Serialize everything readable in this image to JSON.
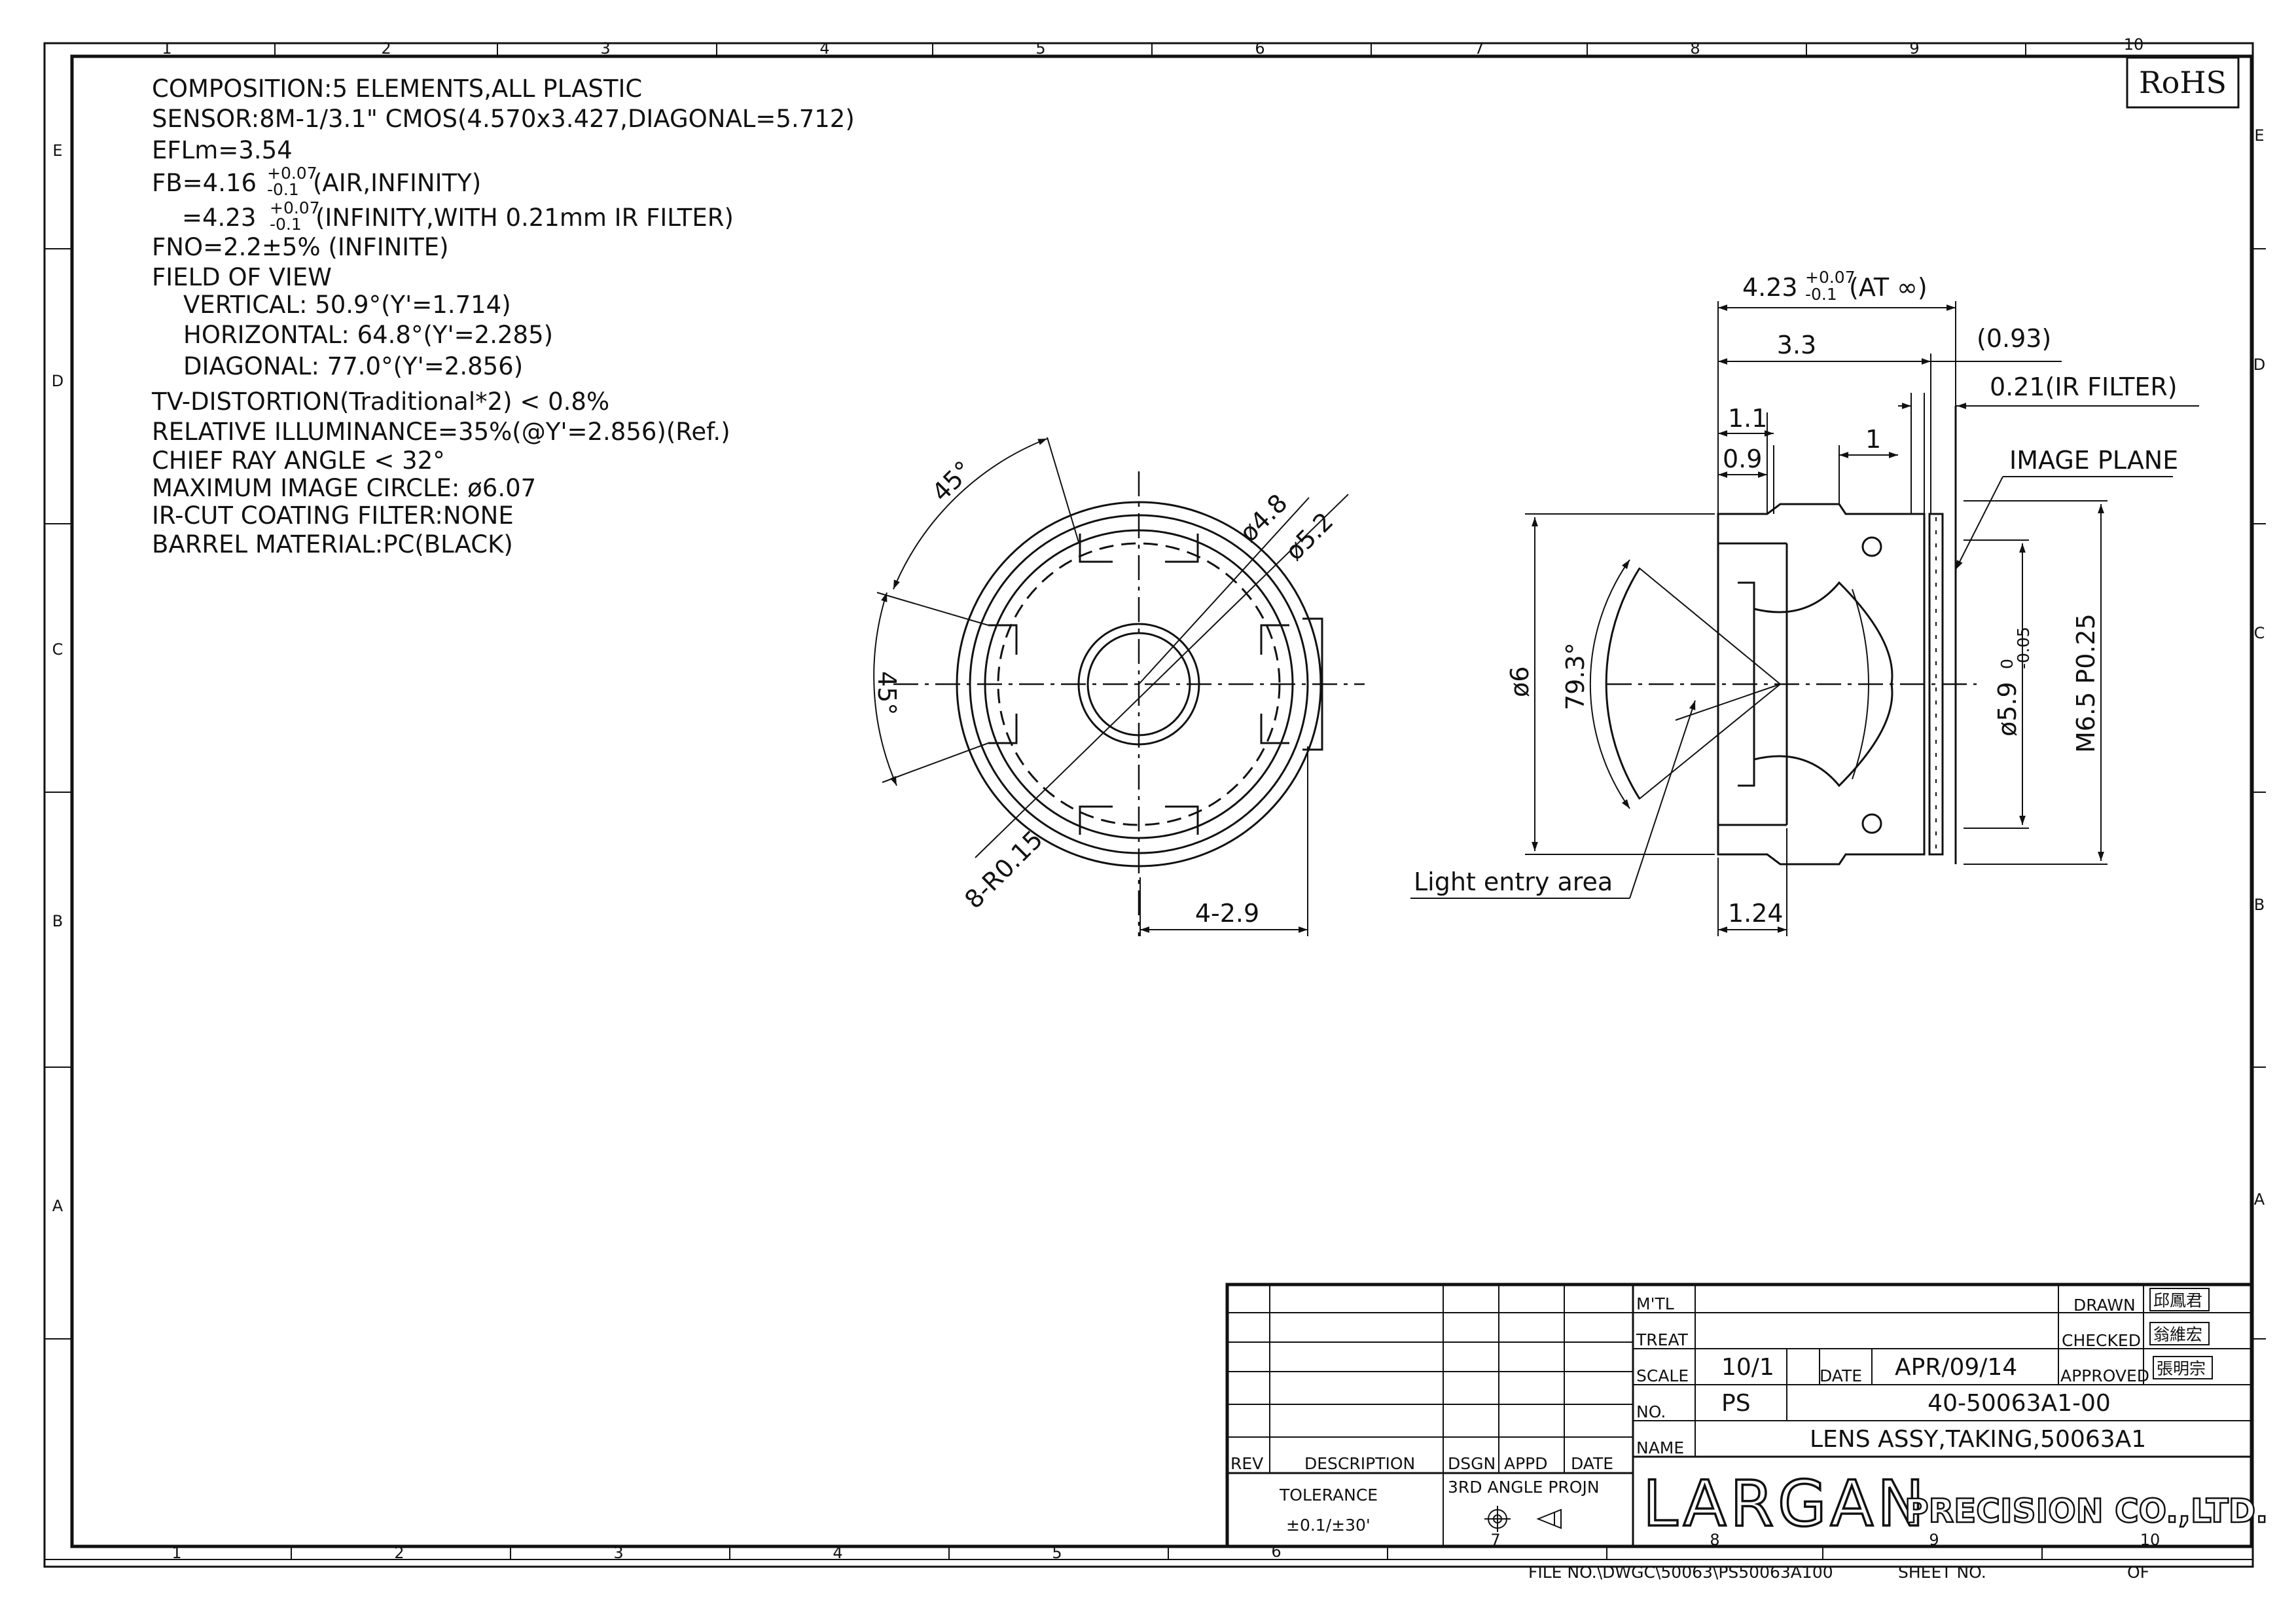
{
  "specs": {
    "composition": "COMPOSITION:5 ELEMENTS,ALL PLASTIC",
    "sensor": "SENSOR:8M-1/3.1\" CMOS(4.570x3.427,DIAGONAL=5.712)",
    "efl": "EFLm=3.54",
    "fb_a": "FB=4.16",
    "fb_a_tol_up": "+0.07",
    "fb_a_tol_down": "-0.1",
    "fb_a_note": "(AIR,INFINITY)",
    "fb_b": "=4.23",
    "fb_b_tol_up": "+0.07",
    "fb_b_tol_down": "-0.1",
    "fb_b_note": "(INFINITY,WITH 0.21mm IR FILTER)",
    "fno": "FNO=2.2±5% (INFINITE)",
    "fov": "FIELD OF VIEW",
    "fov_vertical": "VERTICAL: 50.9°(Y'=1.714)",
    "fov_horizontal": "HORIZONTAL: 64.8°(Y'=2.285)",
    "fov_diagonal": "DIAGONAL: 77.0°(Y'=2.856)",
    "tv_distortion": "TV-DISTORTION(Traditional*2) < 0.8%",
    "illuminance": "RELATIVE ILLUMINANCE=35%(@Y'=2.856)(Ref.)",
    "chief_ray": "CHIEF RAY ANGLE < 32°",
    "image_circle": "MAXIMUM IMAGE CIRCLE: ø6.07",
    "ir_cut": "IR-CUT COATING FILTER:NONE",
    "barrel": "BARREL MATERIAL:PC(BLACK)"
  },
  "front_view": {
    "angle_top": "45°",
    "angle_left": "45°",
    "dia_inner": "ø4.8",
    "dia_outer": "ø5.2",
    "radius_note": "8-R0.15",
    "width_note": "4-2.9"
  },
  "side_view": {
    "total": "4.23",
    "total_tol_up": "+0.07",
    "total_tol_down": "-0.1",
    "total_note": "(AT ∞)",
    "length": "3.3",
    "ref": "(0.93)",
    "filter": "0.21(IR FILTER)",
    "d1": "1.1",
    "d2": "0.9",
    "d3": "1",
    "image_plane": "IMAGE PLANE",
    "dia_6": "ø6",
    "angle": "79.3°",
    "dia_59": "ø5.9",
    "dia_59_tol_up": "0",
    "dia_59_tol_down": "-0.05",
    "thread": "M6.5 P0.25",
    "entry": "Light entry area",
    "d124": "1.24"
  },
  "rohs": "RoHS",
  "grid": {
    "cols": [
      "1",
      "2",
      "3",
      "4",
      "5",
      "6",
      "7",
      "8",
      "9",
      "10"
    ],
    "rows": [
      "E",
      "D",
      "C",
      "B",
      "A"
    ]
  },
  "title_block": {
    "mtl": "M'TL",
    "treat": "TREAT",
    "scale_label": "SCALE",
    "scale": "10/1",
    "date_label": "DATE",
    "date": "APR/09/14",
    "drawn": "DRAWN",
    "checked": "CHECKED",
    "approved": "APPROVED",
    "drawn_sig": "邱鳳君",
    "checked_sig": "翁維宏",
    "approved_sig": "張明宗",
    "no_label": "NO.",
    "no_prefix": "PS",
    "no": "40-50063A1-00",
    "name_label": "NAME",
    "name": "LENS ASSY,TAKING,50063A1",
    "rev": "REV",
    "description": "DESCRIPTION",
    "dsgn": "DSGN",
    "appd": "APPD",
    "date_col": "DATE",
    "tolerance": "TOLERANCE",
    "tolerance_value": "±0.1/±30'",
    "projection": "3RD ANGLE PROJN",
    "company_logo": "LARGAN",
    "company": "PRECISION CO.,LTD.",
    "file_no": "FILE NO.\\DWGC\\50063\\PS50063A100",
    "sheet_no": "SHEET NO.",
    "of": "OF"
  }
}
